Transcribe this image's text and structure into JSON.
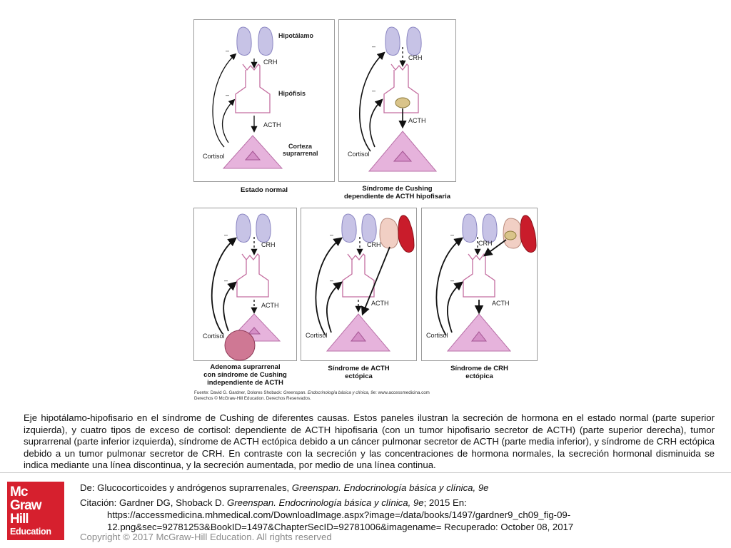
{
  "figure": {
    "labels": {
      "hypothalamus": "Hipotálamo",
      "crh": "CRH",
      "pituitary": "Hipófisis",
      "acth": "ACTH",
      "adrenal_cortex_line1": "Corteza",
      "adrenal_cortex_line2": "suprarrenal",
      "cortisol": "Cortisol",
      "minus": "–"
    },
    "captions": {
      "p1": [
        "Estado normal"
      ],
      "p2": [
        "Síndrome de Cushing",
        "dependiente de ACTH hipofisaria"
      ],
      "p3": [
        "Adenoma suprarrenal",
        "con síndrome de Cushing",
        "independiente de ACTH"
      ],
      "p4": [
        "Síndrome de ACTH",
        "ectópica"
      ],
      "p5": [
        "Síndrome de CRH",
        "ectópica"
      ]
    },
    "source_line1_prefix": "Fuente: David G. Gardner, Dolores Shoback: ",
    "source_line1_title": "Greenspan. Endocrinología básica y clínica, 9e",
    "source_line1_suffix": ": www.accessmedicina.com",
    "source_line2": "Derechos © McGraw-Hill Education. Derechos Reservados.",
    "colors": {
      "hypothalamus": "#c7c3e6",
      "adrenal": "#e6b3dc",
      "adrenal_core": "#d58fc7",
      "tumor_pituitary": "#d9c48a",
      "adenoma": "#cf7894",
      "lung": "#f1cfc4",
      "lung_tumor": "#c91c2b",
      "pituitary_outline": "#c46ea0"
    }
  },
  "description": "Eje hipotálamo-hipofisario en el síndrome de Cushing de diferentes causas. Estos paneles ilustran la secreción de hormona en el estado normal (parte superior izquierda), y cuatro tipos de exceso de cortisol: dependiente de ACTH hipofisaria (con un tumor hipofisario secretor de ACTH) (parte superior derecha), tumor suprarrenal (parte inferior izquierda), síndrome de ACTH ectópica debido a un cáncer pulmonar secretor de ACTH (parte media inferior), y síndrome de CRH ectópica debido a un tumor pulmonar secretor de CRH. En contraste con la secreción y las concentraciones de hormona normales, la secreción hormonal disminuida se indica mediante una línea discontinua, y la secreción aumentada, por medio de una línea continua.",
  "footer": {
    "logo": [
      "Mc",
      "Graw",
      "Hill",
      "Education"
    ],
    "from_prefix": "De: Glucocorticoides y andrógenos suprarrenales, ",
    "from_title": "Greenspan. Endocrinología básica y clínica, 9e",
    "citation_prefix": "Citación: Gardner DG, Shoback D. ",
    "citation_title": "Greenspan. Endocrinología básica y clínica, 9e",
    "citation_suffix": "; 2015 En:",
    "url_line1": "https://accessmedicina.mhmedical.com/DownloadImage.aspx?image=/data/books/1497/gardner9_ch09_fig-09-",
    "url_line2": "12.png&sec=92781253&BookID=1497&ChapterSecID=92781006&imagename= Recuperado: October 08, 2017",
    "copyright": "Copyright © 2017 McGraw-Hill Education. All rights reserved"
  }
}
